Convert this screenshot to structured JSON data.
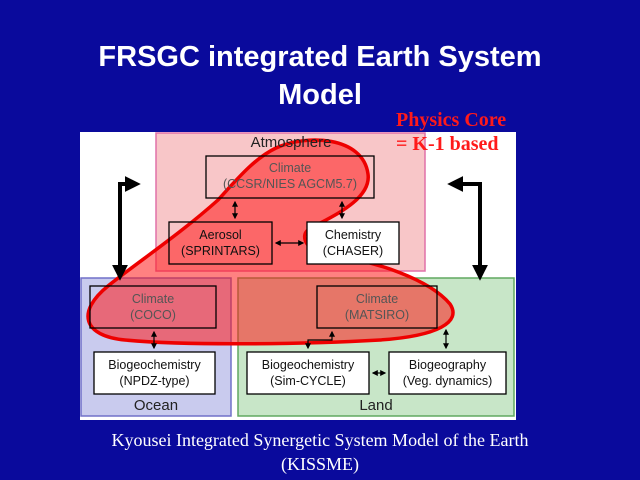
{
  "slide": {
    "title_line1": "FRSGC integrated Earth System",
    "title_line2": "Model",
    "physics_core_line1": "Physics Core",
    "physics_core_line2": "= K-1 based",
    "caption_line1": "Kyousei Integrated Synergetic System Model of the Earth",
    "caption_line2": "(KISSME)"
  },
  "regions": {
    "atmosphere": "Atmosphere",
    "ocean": "Ocean",
    "land": "Land"
  },
  "boxes": {
    "atm_climate": {
      "line1": "Climate",
      "line2": "(CCSR/NIES AGCM5.7)"
    },
    "aerosol": {
      "line1": "Aerosol",
      "line2": "(SPRINTARS)"
    },
    "chemistry": {
      "line1": "Chemistry",
      "line2": "(CHASER)"
    },
    "ocean_climate": {
      "line1": "Climate",
      "line2": "(COCO)"
    },
    "land_climate": {
      "line1": "Climate",
      "line2": "(MATSIRO)"
    },
    "ocean_biogeochem": {
      "line1": "Biogeochemistry",
      "line2": "(NPDZ-type)"
    },
    "land_biogeochem": {
      "line1": "Biogeochemistry",
      "line2": "(Sim-CYCLE)"
    },
    "biogeography": {
      "line1": "Biogeography",
      "line2": "(Veg. dynamics)"
    }
  },
  "colors": {
    "background": "#0a0a9c",
    "atmosphere_fill": "#f8c6c8",
    "ocean_fill": "#c9cbee",
    "land_fill": "#c8e6c8",
    "highlight": "#ff2020"
  }
}
